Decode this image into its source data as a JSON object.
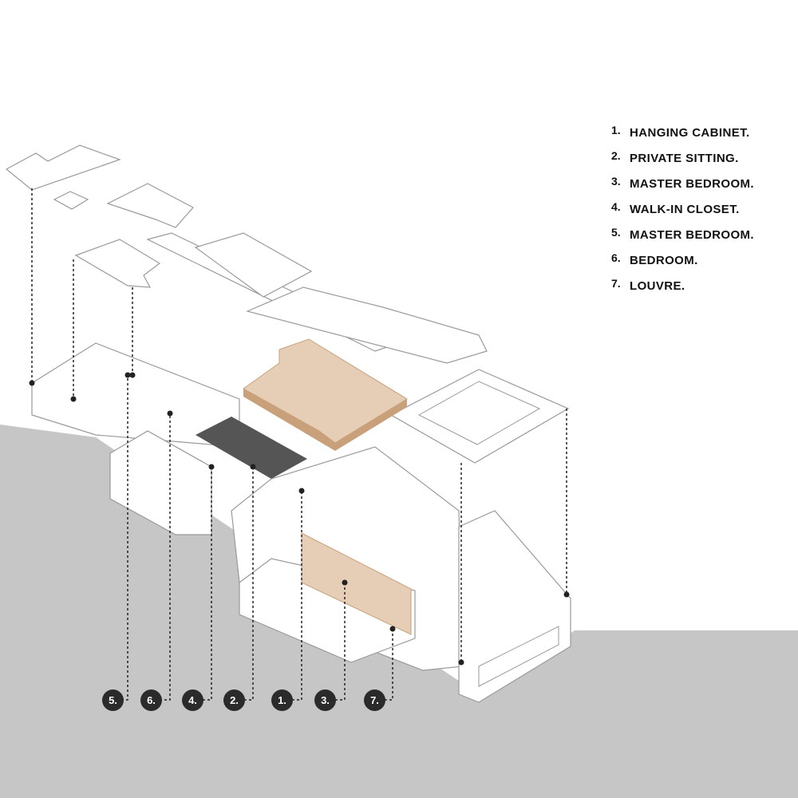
{
  "diagram": {
    "colors": {
      "ground": "#c6c6c6",
      "wall_fill": "#ffffff",
      "wall_stroke": "#9a9a9a",
      "wood": "#e6cdb5",
      "wood_dark": "#c8a07a",
      "dark_floor": "#555555",
      "leader": "#222222",
      "marker_fill": "#2b2b2b",
      "marker_text": "#ffffff"
    },
    "legend": [
      {
        "num": "1.",
        "label": "HANGING CABINET."
      },
      {
        "num": "2.",
        "label": "PRIVATE SITTING."
      },
      {
        "num": "3.",
        "label": "MASTER BEDROOM."
      },
      {
        "num": "4.",
        "label": "WALK-IN CLOSET."
      },
      {
        "num": "5.",
        "label": "MASTER BEDROOM."
      },
      {
        "num": "6.",
        "label": "BEDROOM."
      },
      {
        "num": "7.",
        "label": "LOUVRE."
      }
    ],
    "markers": [
      "5.",
      "6.",
      "4.",
      "2.",
      "1.",
      "3.",
      "7."
    ]
  }
}
